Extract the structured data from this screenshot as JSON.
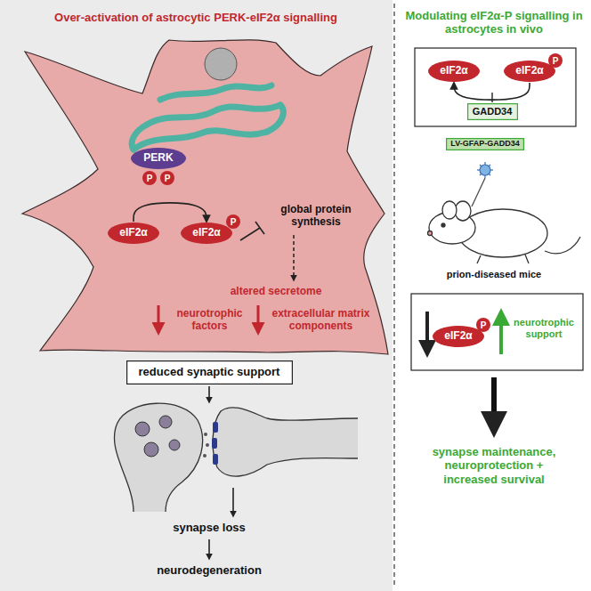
{
  "diagram": {
    "nodes": [
      {
        "text": [
          "PERK"
        ]
      },
      {
        "text": [
          "P"
        ]
      },
      {
        "text": [
          "P"
        ]
      },
      {
        "text": [
          "eIF2α"
        ]
      },
      {
        "text": [
          "eIF2α"
        ]
      },
      {
        "text": [
          "P"
        ]
      },
      {
        "text": [
          "reduced synaptic support"
        ]
      },
      {
        "text": [
          "eIF2α"
        ]
      },
      {
        "text": [
          "eIF2α"
        ]
      },
      {
        "text": [
          "P"
        ]
      },
      {
        "text": [
          "GADD34"
        ]
      },
      {
        "text": [
          "LV-GFAP-GADD34"
        ]
      },
      {
        "text": [
          "eIF2α"
        ]
      },
      {
        "text": [
          "P"
        ]
      }
    ],
    "edges": [
      {
        "from": 3,
        "to": 4,
        "arrow": "to"
      },
      {
        "from": 8,
        "to": 7,
        "arrow": "to"
      }
    ],
    "labels": [
      "Over-activation of astrocytic PERK-eIF2α signalling",
      "global protein synthesis",
      "altered secretome",
      "neurotrophic factors",
      "extracellular matrix components",
      "synapse loss",
      "neurodegeneration",
      "Modulating eIF2α-P signalling in astrocytes in vivo",
      "prion-diseased mice",
      "neurotrophic support",
      "synapse maintenance, neuroprotection + increased survival"
    ]
  }
}
